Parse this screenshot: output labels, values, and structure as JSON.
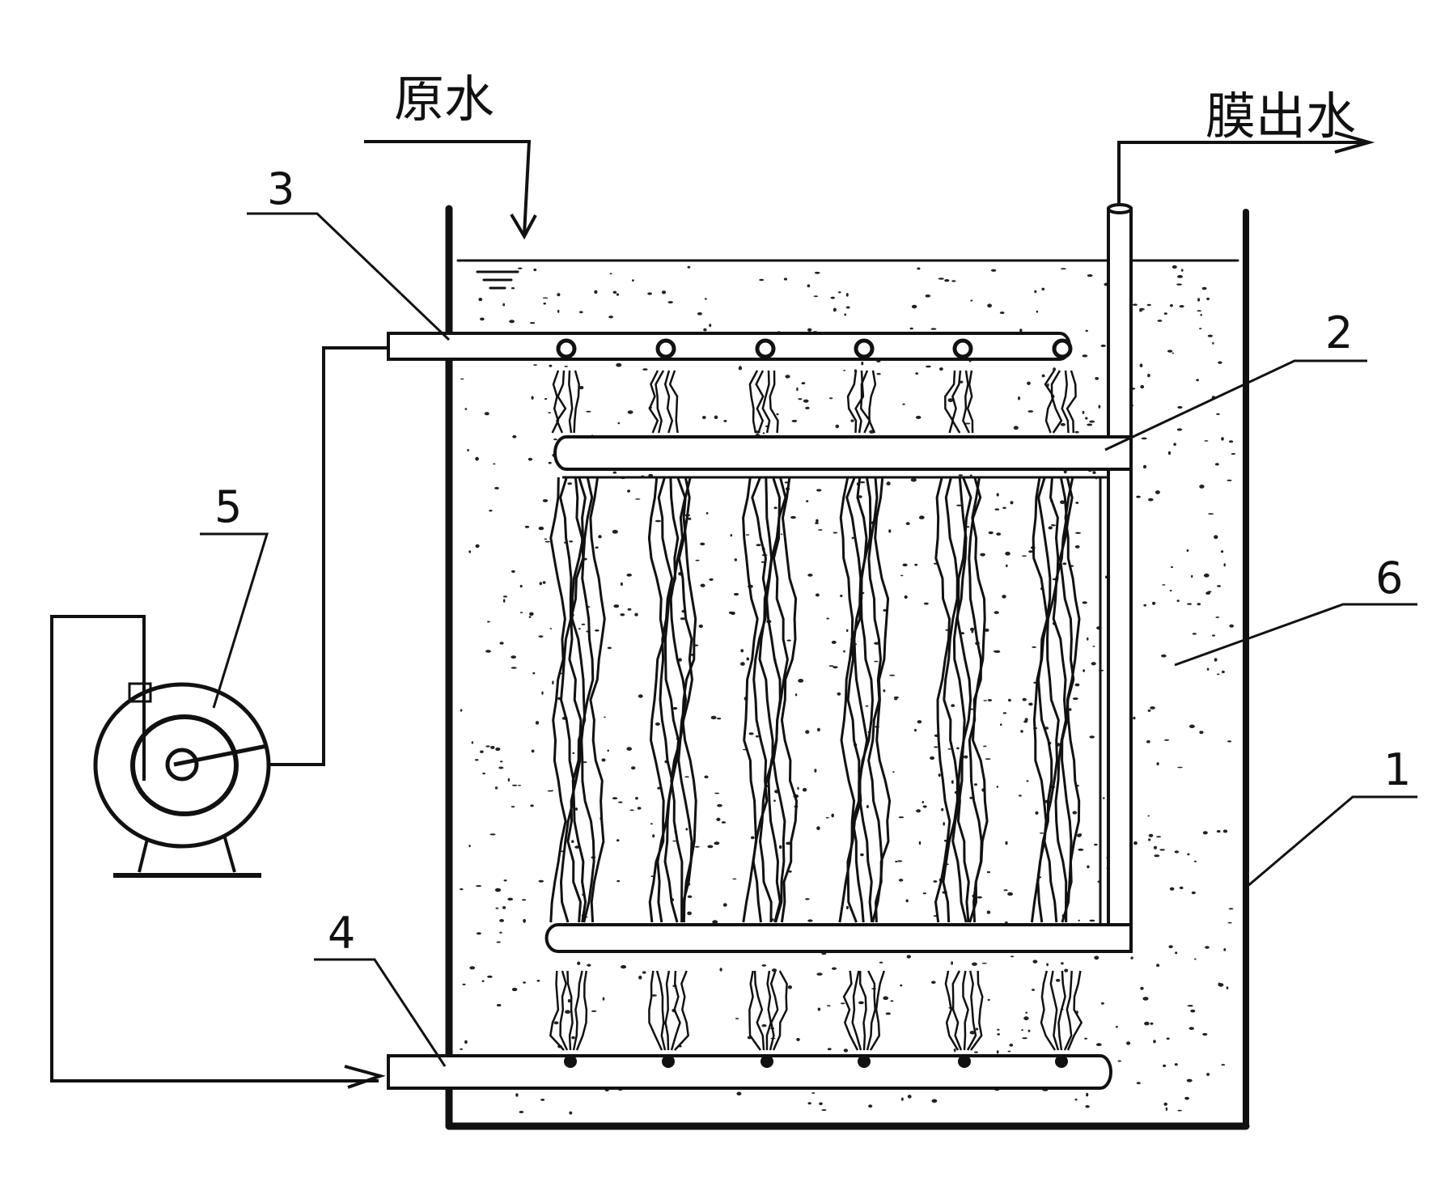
{
  "labels": {
    "raw_water": "原水",
    "membrane_effluent": "膜出水",
    "n1": "1",
    "n2": "2",
    "n3": "3",
    "n4": "4",
    "n5": "5",
    "n6": "6"
  },
  "colors": {
    "ink": "#111111",
    "background": "#ffffff"
  }
}
